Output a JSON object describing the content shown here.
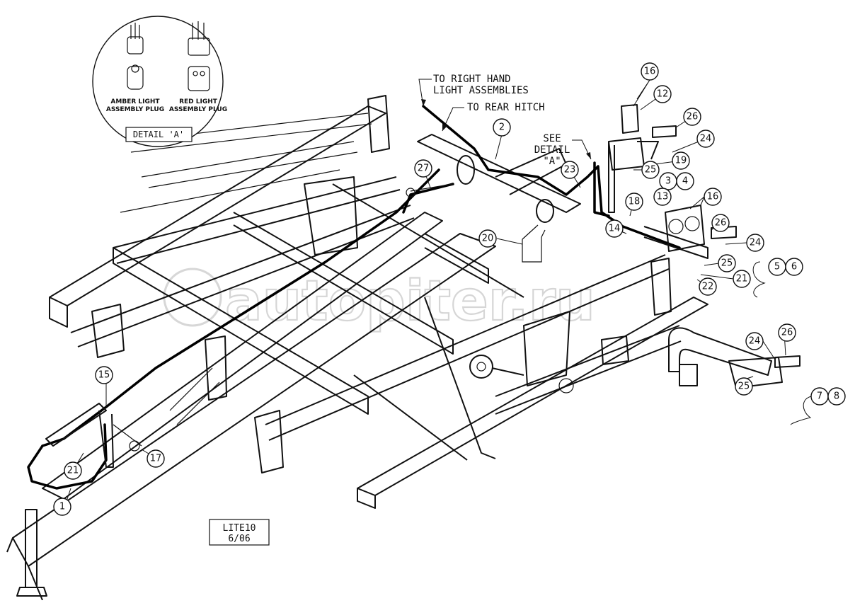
{
  "detail": {
    "amber_label_1": "AMBER LIGHT",
    "amber_label_2": "ASSEMBLY PLUG",
    "red_label_1": "RED LIGHT",
    "red_label_2": "ASSEMBLY PLUG",
    "title": "DETAIL 'A'"
  },
  "annotations": {
    "right_hand_1": "TO RIGHT HAND",
    "right_hand_2": "LIGHT ASSEMBLIES",
    "rear_hitch": "TO REAR HITCH",
    "see_detail_1": "SEE",
    "see_detail_2": "DETAIL",
    "see_detail_3": "\"A\""
  },
  "drawing_id": {
    "code": "LITE10",
    "date": "6/06"
  },
  "watermark": "autopiter.ru",
  "callouts": [
    "1",
    "2",
    "3",
    "4",
    "5",
    "6",
    "7",
    "8",
    "12",
    "13",
    "14",
    "15",
    "16",
    "16",
    "17",
    "18",
    "19",
    "20",
    "21",
    "21",
    "22",
    "23",
    "24",
    "24",
    "24",
    "25",
    "25",
    "25",
    "26",
    "26",
    "26",
    "27"
  ]
}
